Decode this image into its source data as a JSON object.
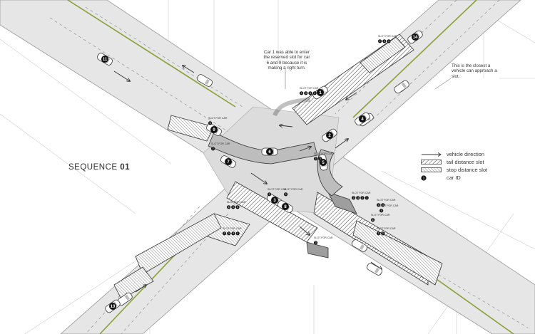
{
  "title": {
    "prefix": "SEQUENCE",
    "number": "01"
  },
  "annotations": {
    "car1_note": [
      "Car 1 was able to enter",
      "the reserved slot for car",
      "6 and 9 because it is",
      "making a right turn."
    ],
    "closest_note": [
      "This is the closest a",
      "vehicle can approach a",
      "slot."
    ]
  },
  "legend": [
    {
      "key": "vehicle-direction",
      "label": "vehicle direction"
    },
    {
      "key": "tail-distance-slot",
      "label": "tail distance slot"
    },
    {
      "key": "stop-distance-slot",
      "label": "stop distance slot"
    },
    {
      "key": "car-id",
      "label": "car ID"
    }
  ],
  "slot_label": "SLOT FOR CAR",
  "cars": [
    "1",
    "2",
    "3",
    "4",
    "5",
    "6",
    "7",
    "8",
    "9",
    "10",
    "11",
    "14"
  ],
  "slot_groups": [
    {
      "ids": [
        "2",
        "3",
        "4"
      ]
    },
    {
      "ids": [
        "3",
        "3",
        "3",
        "2"
      ]
    },
    {
      "ids": [
        "6"
      ]
    },
    {
      "ids": [
        "2"
      ]
    },
    {
      "ids": [
        "3"
      ]
    },
    {
      "ids": [
        "9"
      ]
    },
    {
      "ids": [
        "3",
        "3"
      ]
    },
    {
      "ids": [
        "6",
        "6",
        "9"
      ]
    },
    {
      "ids": [
        "3",
        "3",
        "3",
        "3"
      ]
    },
    {
      "ids": [
        "3",
        "3",
        "2",
        "1"
      ]
    },
    {
      "ids": [
        "3",
        "3"
      ]
    },
    {
      "ids": [
        "3"
      ]
    },
    {
      "ids": [
        "6"
      ]
    },
    {
      "ids": [
        "4"
      ]
    },
    {
      "ids": [
        "3",
        "2"
      ]
    }
  ],
  "colors": {
    "road": "#e6e6e6",
    "junction": "#d9d9d9",
    "lane_line": "#8aa13a",
    "line": "#333333",
    "hatch": "#555555"
  }
}
